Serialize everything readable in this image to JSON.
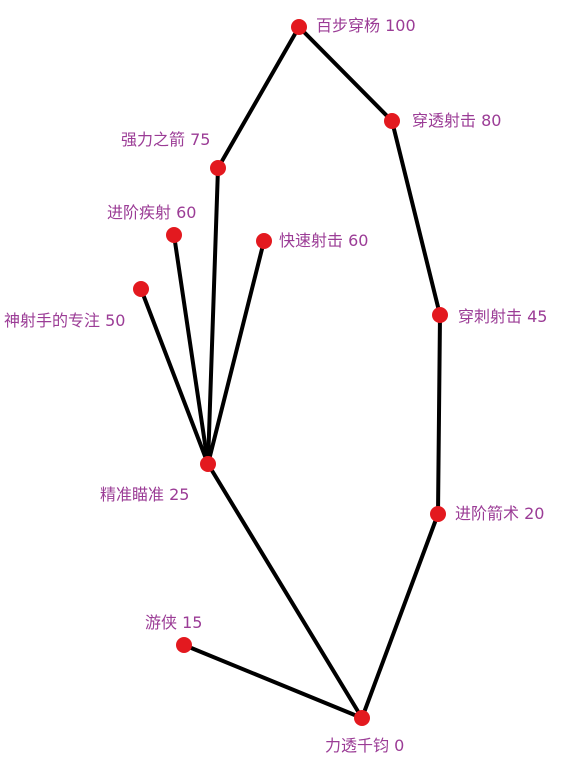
{
  "colors": {
    "edge": "#000000",
    "node": "#e3191f",
    "label": "#9b3c96",
    "background": "#ffffff"
  },
  "nodes": [
    {
      "id": "lichuan",
      "label": "力透千钧 0"
    },
    {
      "id": "youxia",
      "label": "游侠 15"
    },
    {
      "id": "jingzhun",
      "label": "精准瞄准 25"
    },
    {
      "id": "jinjiejianshu",
      "label": "进阶箭术 20"
    },
    {
      "id": "chuanci",
      "label": "穿刺射击 45"
    },
    {
      "id": "chuantou",
      "label": "穿透射击 80"
    },
    {
      "id": "baibu",
      "label": "百步穿杨 100"
    },
    {
      "id": "qiangli",
      "label": "强力之箭 75"
    },
    {
      "id": "jinjiejishe",
      "label": "进阶疾射 60"
    },
    {
      "id": "kuaisu",
      "label": "快速射击 60"
    },
    {
      "id": "shenshe",
      "label": "神射手的专注 50"
    }
  ],
  "edges": [
    [
      "youxia",
      "lichuan"
    ],
    [
      "lichuan",
      "jingzhun"
    ],
    [
      "lichuan",
      "jinjiejianshu"
    ],
    [
      "jinjiejianshu",
      "chuanci"
    ],
    [
      "chuanci",
      "chuantou"
    ],
    [
      "chuantou",
      "baibu"
    ],
    [
      "baibu",
      "qiangli"
    ],
    [
      "qiangli",
      "jingzhun"
    ],
    [
      "jinjiejishe",
      "jingzhun"
    ],
    [
      "kuaisu",
      "jingzhun"
    ],
    [
      "shenshe",
      "jingzhun"
    ]
  ]
}
